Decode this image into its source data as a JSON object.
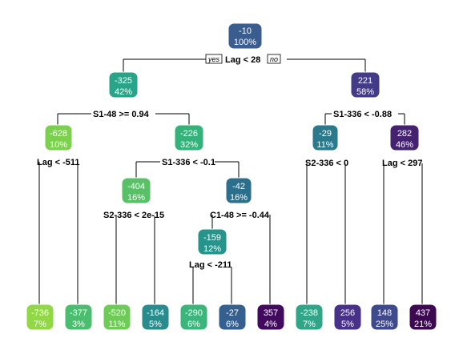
{
  "tree": {
    "root_yes_label": "yes",
    "root_no_label": "no",
    "nodes": [
      {
        "id": "n1",
        "value": "-10",
        "pct": "100%",
        "color": "#3b5c8f"
      },
      {
        "id": "n2",
        "value": "-325",
        "pct": "42%",
        "color": "#2aa489"
      },
      {
        "id": "n3",
        "value": "221",
        "pct": "58%",
        "color": "#433b88"
      },
      {
        "id": "n4",
        "value": "-628",
        "pct": "10%",
        "color": "#7bd14e"
      },
      {
        "id": "n5",
        "value": "-226",
        "pct": "32%",
        "color": "#35b27a"
      },
      {
        "id": "n6",
        "value": "-29",
        "pct": "11%",
        "color": "#2a7a8c"
      },
      {
        "id": "n7",
        "value": "282",
        "pct": "46%",
        "color": "#44226f"
      },
      {
        "id": "n10",
        "value": "-404",
        "pct": "16%",
        "color": "#58c167"
      },
      {
        "id": "n11",
        "value": "-42",
        "pct": "16%",
        "color": "#2b6f8c"
      },
      {
        "id": "n22",
        "value": "-159",
        "pct": "12%",
        "color": "#27948b"
      },
      {
        "id": "l1",
        "value": "-736",
        "pct": "7%",
        "color": "#92d745"
      },
      {
        "id": "l2",
        "value": "-377",
        "pct": "3%",
        "color": "#4bbd6f"
      },
      {
        "id": "l3",
        "value": "-520",
        "pct": "11%",
        "color": "#6fcb57"
      },
      {
        "id": "l4",
        "value": "-164",
        "pct": "5%",
        "color": "#2a8b8d"
      },
      {
        "id": "l5",
        "value": "-290",
        "pct": "6%",
        "color": "#3bb57b"
      },
      {
        "id": "l6",
        "value": "-27",
        "pct": "6%",
        "color": "#355f8e"
      },
      {
        "id": "l7",
        "value": "357",
        "pct": "4%",
        "color": "#420a5e"
      },
      {
        "id": "l8",
        "value": "-238",
        "pct": "7%",
        "color": "#30a587"
      },
      {
        "id": "l9",
        "value": "256",
        "pct": "5%",
        "color": "#473189"
      },
      {
        "id": "l10",
        "value": "148",
        "pct": "25%",
        "color": "#3f4a8c"
      },
      {
        "id": "l11",
        "value": "437",
        "pct": "21%",
        "color": "#3d0a52"
      }
    ],
    "splits": [
      {
        "id": "s1",
        "label": "Lag < 28"
      },
      {
        "id": "s2",
        "label": "S1-48 >= 0.94"
      },
      {
        "id": "s3",
        "label": "S1-336 < -0.88"
      },
      {
        "id": "s4",
        "label": "Lag < -511"
      },
      {
        "id": "s5",
        "label": "S1-336 < -0.1"
      },
      {
        "id": "s6",
        "label": "S2-336 < 0"
      },
      {
        "id": "s7",
        "label": "Lag < 297"
      },
      {
        "id": "s8",
        "label": "S2-336 < 2e-15"
      },
      {
        "id": "s9",
        "label": "C1-48 >= -0.44"
      },
      {
        "id": "s10",
        "label": "Lag < -211"
      }
    ]
  }
}
